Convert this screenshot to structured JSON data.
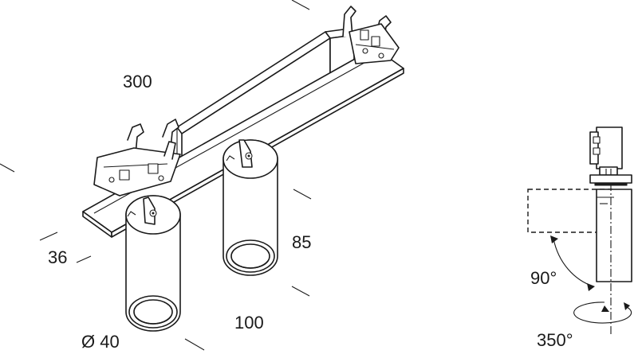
{
  "dimensions": {
    "length": "300",
    "height": "36",
    "cylinder_height": "85",
    "spacing": "100",
    "diameter": "Ø 40"
  },
  "angles": {
    "tilt": "90°",
    "rotation": "350°"
  }
}
